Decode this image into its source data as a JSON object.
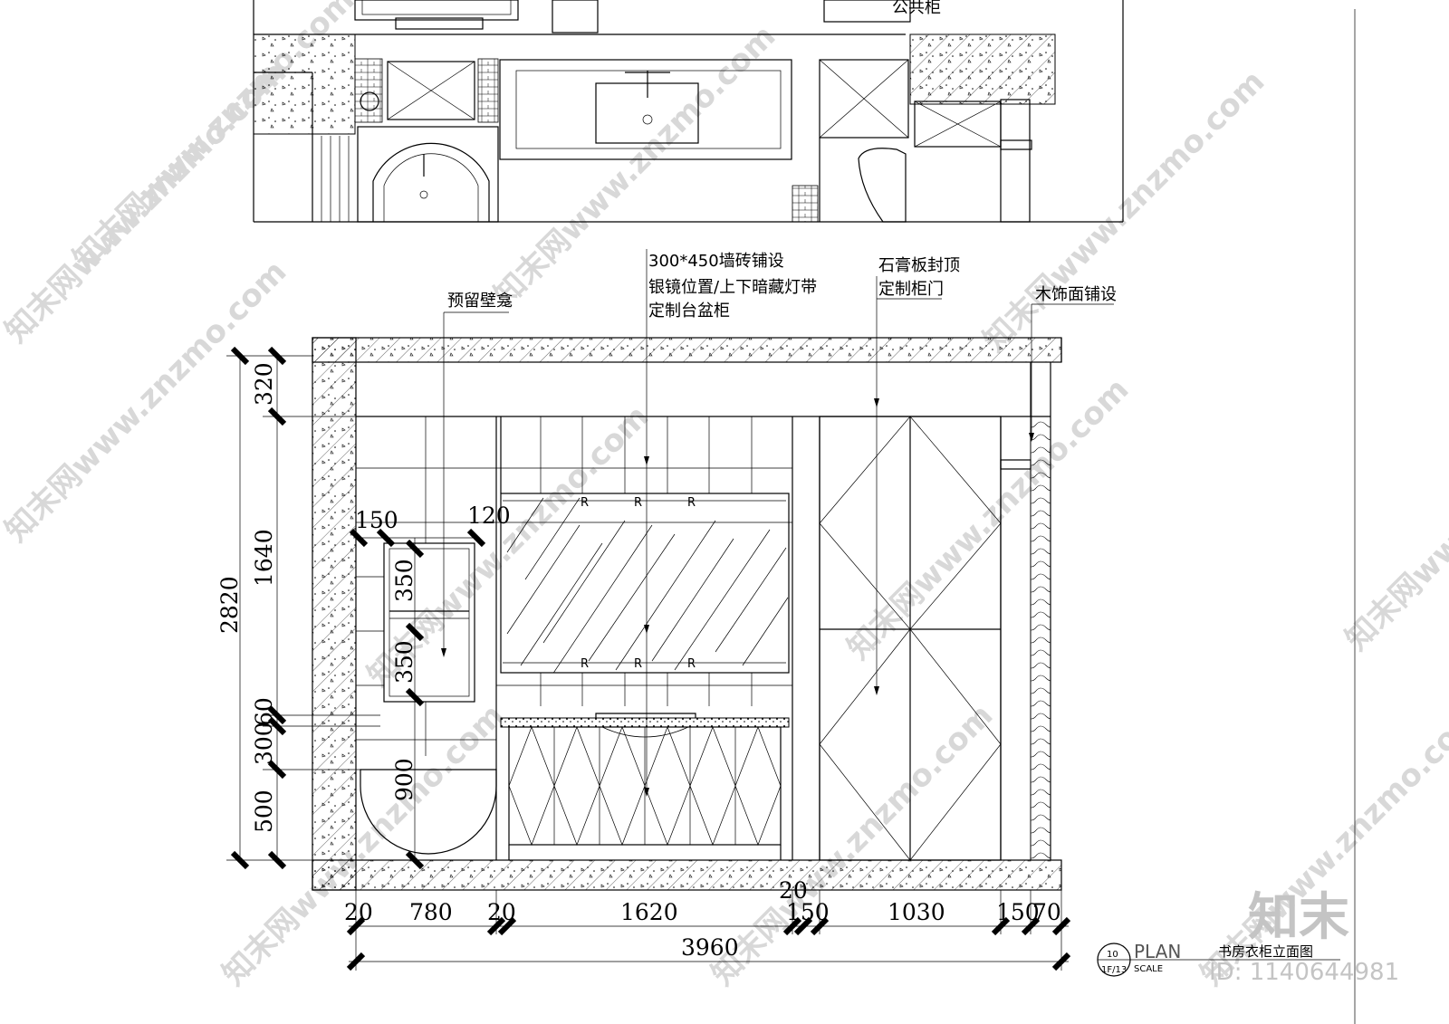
{
  "drawing": {
    "top_plan_label": "公共柜",
    "notes": {
      "niche": "预留壁龛",
      "tile_1": "300*450墙砖铺设",
      "tile_2": "银镜位置/上下暗藏灯带",
      "tile_3": "定制台盆柜",
      "ceiling_1": "石膏板封顶",
      "ceiling_2": "定制柜门",
      "wood": "木饰面铺设"
    },
    "mirror_marks": [
      "R",
      "R",
      "R",
      "R",
      "R",
      "R"
    ],
    "left_dims": {
      "total": "2820",
      "top": "320",
      "mid": "1640",
      "d300": "300",
      "d60": "60",
      "bottom": "500"
    },
    "niche_dims": {
      "w150": "150",
      "w120": "120",
      "h350a": "350",
      "h350b": "350",
      "h900": "900"
    },
    "bottom_dims": {
      "d20a": "20",
      "d780": "780",
      "d20b": "20",
      "d1620": "1620",
      "d20c": "20",
      "d150a": "150",
      "d1030": "1030",
      "d150b": "150",
      "d70": "70",
      "total": "3960"
    },
    "title_block": {
      "number": "10",
      "sheet": "1F/13",
      "plan": "PLAN",
      "scale": "SCALE",
      "title": "书房衣柜立面图"
    },
    "brand": "知末",
    "id": "ID: 1140644981",
    "watermark": "知末网www.znzmo.com"
  }
}
